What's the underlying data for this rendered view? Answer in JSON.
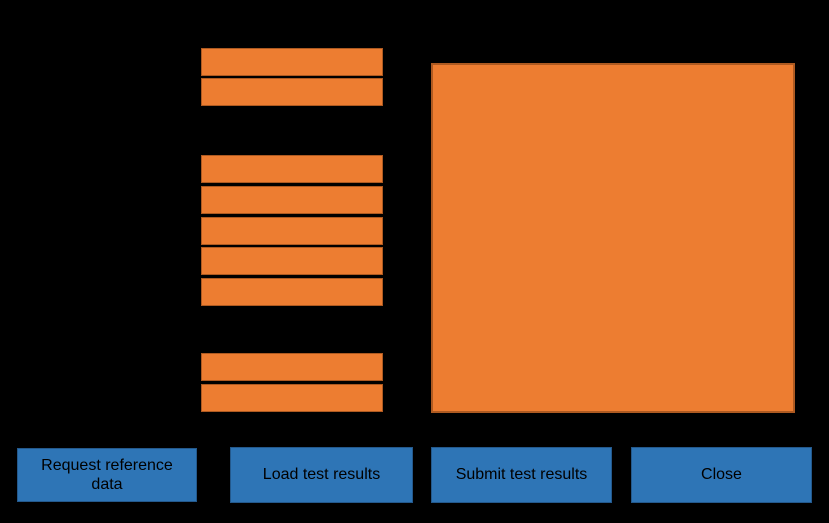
{
  "colors": {
    "background": "#000000",
    "accent_orange": "#ED7D31",
    "accent_orange_border": "#AE5A21",
    "button_blue": "#2E75B6",
    "button_blue_border": "#24598C",
    "button_text": "#000000"
  },
  "fields": {
    "top_group_count": 2,
    "middle_group_count": 5,
    "bottom_group_count": 2
  },
  "buttons": [
    {
      "label": "Request reference data"
    },
    {
      "label": "Load test results"
    },
    {
      "label": "Submit test results"
    },
    {
      "label": "Close"
    }
  ]
}
